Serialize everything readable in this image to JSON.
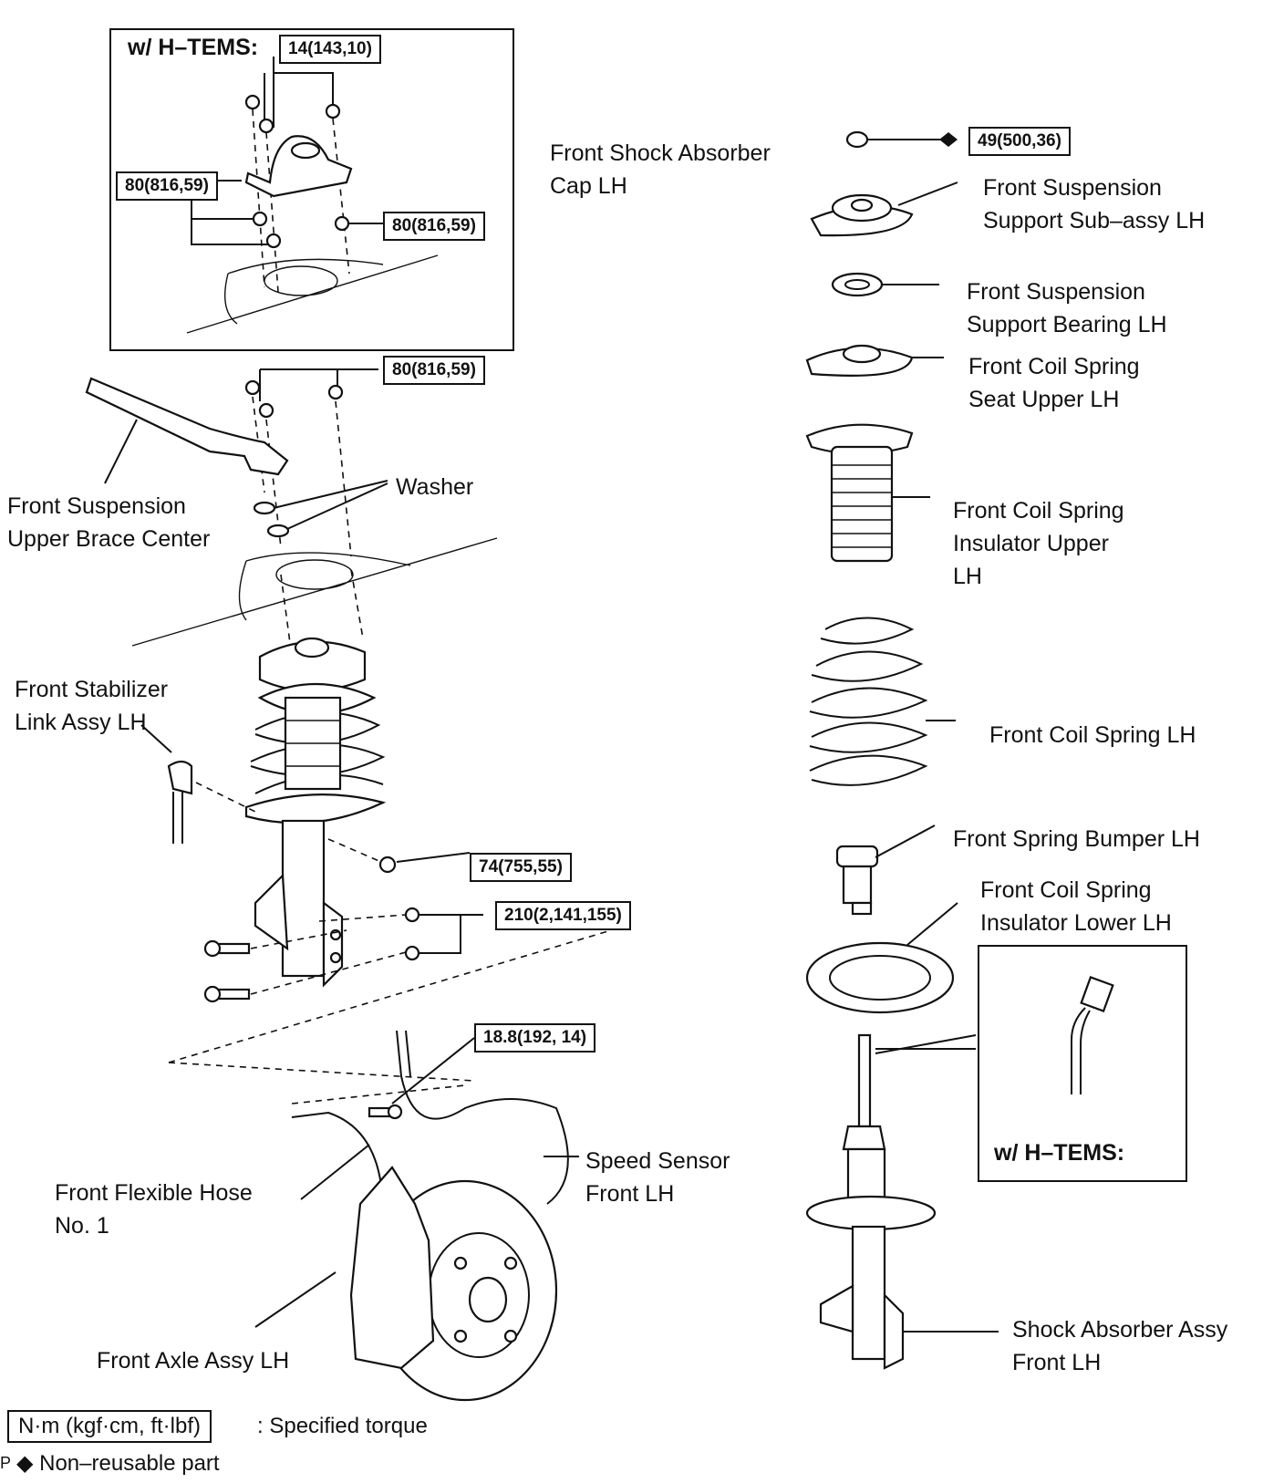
{
  "inset": {
    "title": "w/ H–TEMS:",
    "torque_top": "14(143,10)",
    "torque_left": "80(816,59)",
    "torque_right": "80(816,59)"
  },
  "torques": {
    "upper_brace_nuts": "80(816,59)",
    "stabilizer_nut": "74(755,55)",
    "bracket_bolts": "210(2,141,155)",
    "sensor_bolt": "18.8(192, 14)",
    "support_nut": "49(500,36)"
  },
  "labels": {
    "shock_cap": [
      "Front Shock Absorber",
      "Cap LH"
    ],
    "upper_brace": [
      "Front Suspension",
      "Upper Brace Center"
    ],
    "washer": "Washer",
    "stabilizer_link": [
      "Front Stabilizer",
      "Link Assy LH"
    ],
    "flexible_hose": [
      "Front Flexible Hose",
      "No. 1"
    ],
    "speed_sensor": [
      "Speed Sensor",
      "Front LH"
    ],
    "axle": "Front Axle Assy LH",
    "support_subassy": [
      "Front Suspension",
      "Support Sub–assy LH"
    ],
    "support_bearing": [
      "Front Suspension",
      "Support Bearing LH"
    ],
    "spring_seat_upper": [
      "Front Coil Spring",
      "Seat Upper LH"
    ],
    "insulator_upper": [
      "Front Coil Spring",
      "Insulator Upper",
      "LH"
    ],
    "coil_spring": "Front Coil Spring LH",
    "spring_bumper": "Front Spring Bumper LH",
    "insulator_lower": [
      "Front Coil Spring",
      "Insulator Lower LH"
    ],
    "shock_absorber": [
      "Shock Absorber Assy",
      "Front LH"
    ]
  },
  "htems_box": {
    "title": "w/ H–TEMS:"
  },
  "legend": {
    "unit": "N·m (kgf·cm, ft·lbf)",
    "specified": ": Specified torque",
    "prefix": "P",
    "nonreusable": "◆ Non–reusable part"
  }
}
